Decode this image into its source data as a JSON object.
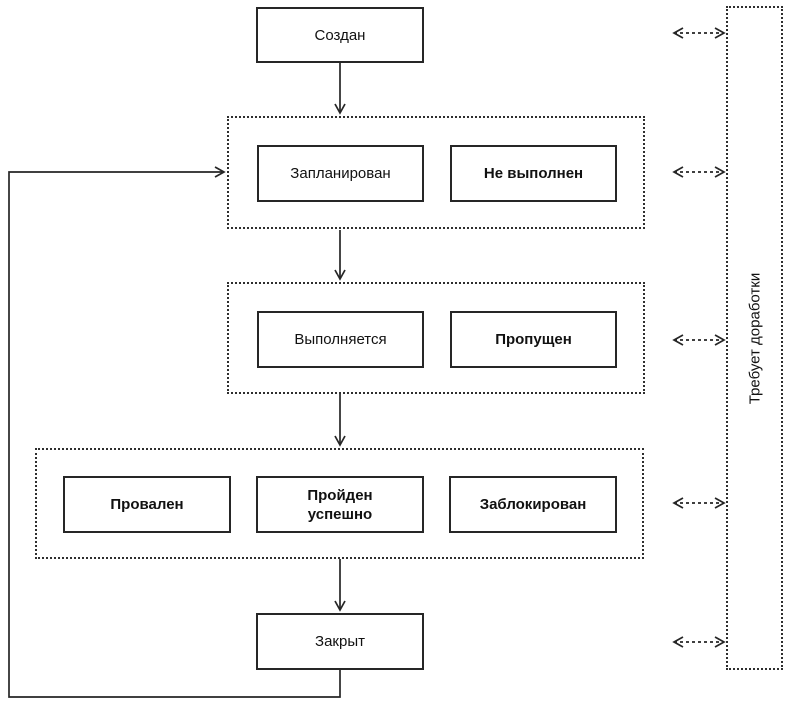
{
  "diagram": {
    "type": "flowchart",
    "language": "ru",
    "nodes": {
      "created": {
        "label": "Создан",
        "style": "regular"
      },
      "planned": {
        "label": "Запланирован",
        "style": "regular"
      },
      "not_executed": {
        "label": "Не выполнен",
        "style": "bold"
      },
      "in_progress": {
        "label": "Выполняется",
        "style": "regular"
      },
      "skipped": {
        "label": "Пропущен",
        "style": "bold"
      },
      "failed": {
        "label": "Провален",
        "style": "bold"
      },
      "passed": {
        "label": "Пройден успешно",
        "style": "bold"
      },
      "blocked": {
        "label": "Заблокирован",
        "style": "bold"
      },
      "closed": {
        "label": "Закрыт",
        "style": "regular"
      },
      "rework": {
        "label": "Требует доработки",
        "style": "regular",
        "orientation": "vertical"
      }
    },
    "groups": {
      "planned_group": [
        "planned",
        "not_executed"
      ],
      "in_progress_group": [
        "in_progress",
        "skipped"
      ],
      "result_group": [
        "failed",
        "passed",
        "blocked"
      ]
    },
    "edges": [
      {
        "from": "created",
        "to": "planned_group",
        "line": "solid",
        "arrow": "single"
      },
      {
        "from": "planned_group",
        "to": "in_progress_group",
        "line": "solid",
        "arrow": "single"
      },
      {
        "from": "in_progress_group",
        "to": "result_group",
        "line": "solid",
        "arrow": "single"
      },
      {
        "from": "result_group",
        "to": "closed",
        "line": "solid",
        "arrow": "single"
      },
      {
        "from": "closed",
        "to": "planned_group",
        "line": "solid",
        "arrow": "single",
        "route": "loop-left"
      },
      {
        "from": "created",
        "to": "rework",
        "line": "dashed",
        "arrow": "double"
      },
      {
        "from": "planned_group",
        "to": "rework",
        "line": "dashed",
        "arrow": "double"
      },
      {
        "from": "in_progress_group",
        "to": "rework",
        "line": "dashed",
        "arrow": "double"
      },
      {
        "from": "result_group",
        "to": "rework",
        "line": "dashed",
        "arrow": "double"
      },
      {
        "from": "closed",
        "to": "rework",
        "line": "dashed",
        "arrow": "double"
      }
    ],
    "colors": {
      "background": "#ffffff",
      "line": "#262626",
      "text": "#111111",
      "box_fill": "#ffffff"
    }
  }
}
